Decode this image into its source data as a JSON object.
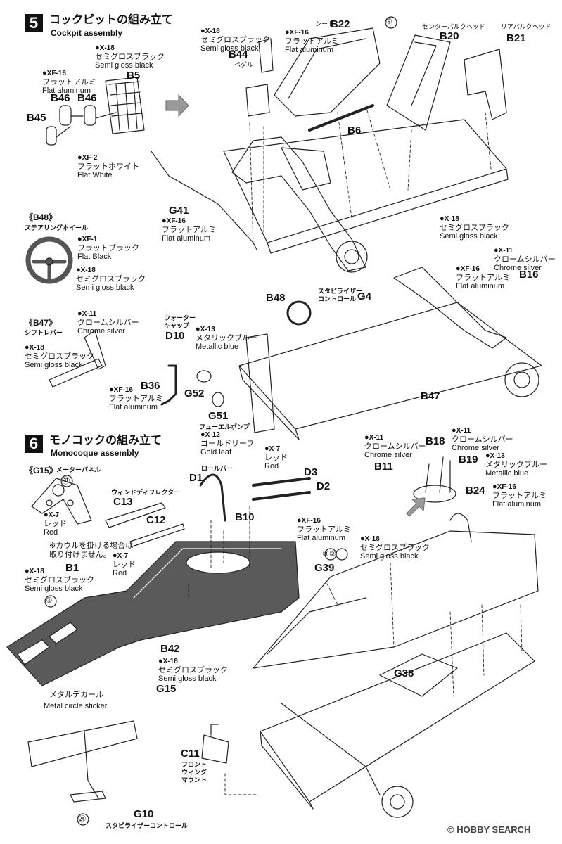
{
  "step5": {
    "number": "5",
    "title_jp": "コックピットの組み立て",
    "title_en": "Cockpit assembly"
  },
  "step6": {
    "number": "6",
    "title_jp": "モノコックの組み立て",
    "title_en": "Monocoque assembly"
  },
  "subassemblies": {
    "b48": "《B48》",
    "b48_name": "ステアリングホイール",
    "b47": "《B47》",
    "b47_name": "シフトレバー",
    "g15": "《G15》",
    "g15_name": "メーターパネル"
  },
  "paints": {
    "x18_code": "X-18",
    "x18_jp": "セミグロスブラック",
    "x18_en": "Semi gloss black",
    "xf16_code": "XF-16",
    "xf16_jp": "フラットアルミ",
    "xf16_en": "Flat aluminum",
    "xf2_code": "XF-2",
    "xf2_jp": "フラットホワイト",
    "xf2_en": "Flat White",
    "xf1_code": "XF-1",
    "xf1_jp": "フラットブラック",
    "xf1_en": "Flat Black",
    "x11_code": "X-11",
    "x11_jp": "クロームシルバー",
    "x11_en": "Chrome silver",
    "x13_code": "X-13",
    "x13_jp": "メタリックブルー",
    "x13_en": "Metallic blue",
    "x12_code": "X-12",
    "x12_jp": "ゴールドリーフ",
    "x12_en": "Gold leaf",
    "x7_code": "X-7",
    "x7_jp": "レッド",
    "x7_en": "Red"
  },
  "parts": {
    "b5": "B5",
    "b45": "B45",
    "b46a": "B46",
    "b46b": "B46",
    "b44": "B44",
    "b44_name": "ペダル",
    "b22": "B22",
    "b22_name": "シート",
    "b20": "B20",
    "b20_name": "センターバルクヘッド",
    "b21": "B21",
    "b21_name": "リアバルクヘッド",
    "b6": "B6",
    "g41": "G41",
    "b48": "B48",
    "g4": "G4",
    "g4_name1": "スタビライザー",
    "g4_name2": "コントロール",
    "b16": "B16",
    "b47": "B47",
    "d10": "D10",
    "d10_name1": "ウォーター",
    "d10_name2": "キャップ",
    "b36": "B36",
    "g52": "G52",
    "g51": "G51",
    "g51_name": "フューエルポンプ",
    "c13": "C13",
    "c13_name": "ウィンドディフレクター",
    "c12": "C12",
    "d1": "D1",
    "d1_name": "ロールバー",
    "d3": "D3",
    "d2": "D2",
    "b10": "B10",
    "b1": "B1",
    "b42": "B42",
    "g15": "G15",
    "b18": "B18",
    "b11": "B11",
    "b19": "B19",
    "b24": "B24",
    "g39": "G39",
    "g38": "G38",
    "c11": "C11",
    "c11_name1": "フロント",
    "c11_name2": "ウィング",
    "c11_name3": "マウント",
    "g10": "G10",
    "g10_name": "スタビライザーコントロール"
  },
  "notes": {
    "cowl_note1": "※カウルを掛ける場合は",
    "cowl_note2": "取り付けません。",
    "decal_jp": "メタルデカール",
    "decal_en": "Metal circle sticker"
  },
  "callouts": {
    "c9": "⑨",
    "c31": "㉛",
    "c3_2": "③②",
    "c1": "①",
    "c24": "㉔"
  },
  "watermark": "© HOBBY SEARCH"
}
